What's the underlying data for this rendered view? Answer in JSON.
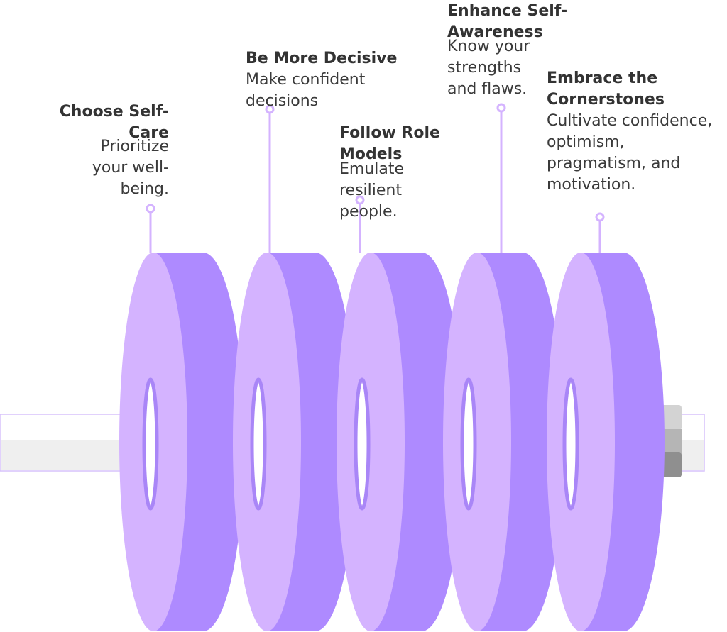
{
  "colors": {
    "plate_face": "#d4b3ff",
    "plate_side": "#ae8aff",
    "hole_stroke": "#a986f7",
    "bar_light": "#ffffff",
    "bar_shade": "#efefef",
    "bar_outline": "#d7c2fb",
    "leader": "#d4b3ff",
    "clamp_top": "#d3d3d3",
    "clamp_mid": "#b5b5b5",
    "clamp_bottom": "#8f8f8f"
  },
  "plates": [
    {
      "title": "Choose Self-Care",
      "description": "Prioritize your well-being."
    },
    {
      "title": "Be More Decisive",
      "description": "Make confident decisions"
    },
    {
      "title": "Follow Role Models",
      "description": "Emulate resilient people."
    },
    {
      "title": "Enhance Self-Awareness",
      "description": "Know your strengths and flaws."
    },
    {
      "title": "Embrace the Cornerstones",
      "description": "Cultivate confidence, optimism, pragmatism, and motivation."
    }
  ]
}
